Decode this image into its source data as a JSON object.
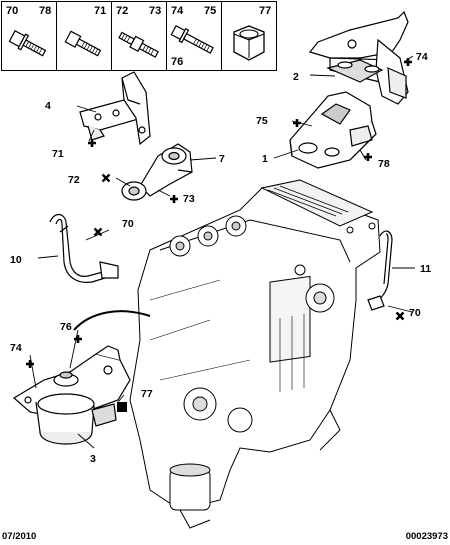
{
  "legend": [
    {
      "refs": [
        "70",
        "78"
      ],
      "icon": "flange-bolt-icon"
    },
    {
      "refs": [
        "71"
      ],
      "icon": "bolt-icon"
    },
    {
      "refs": [
        "72",
        "73"
      ],
      "icon": "stud-bolt-icon"
    },
    {
      "refs": [
        "74",
        "75",
        "76"
      ],
      "icon": "long-bolt-icon"
    },
    {
      "refs": [
        "77"
      ],
      "icon": "hex-nut-icon"
    }
  ],
  "callouts": [
    "2",
    "74",
    "75",
    "1",
    "78",
    "4",
    "71",
    "7",
    "72",
    "73",
    "10",
    "70",
    "11",
    "70",
    "76",
    "74",
    "77",
    "3"
  ],
  "footer": {
    "date": "07/2010",
    "reference": "00023973"
  }
}
